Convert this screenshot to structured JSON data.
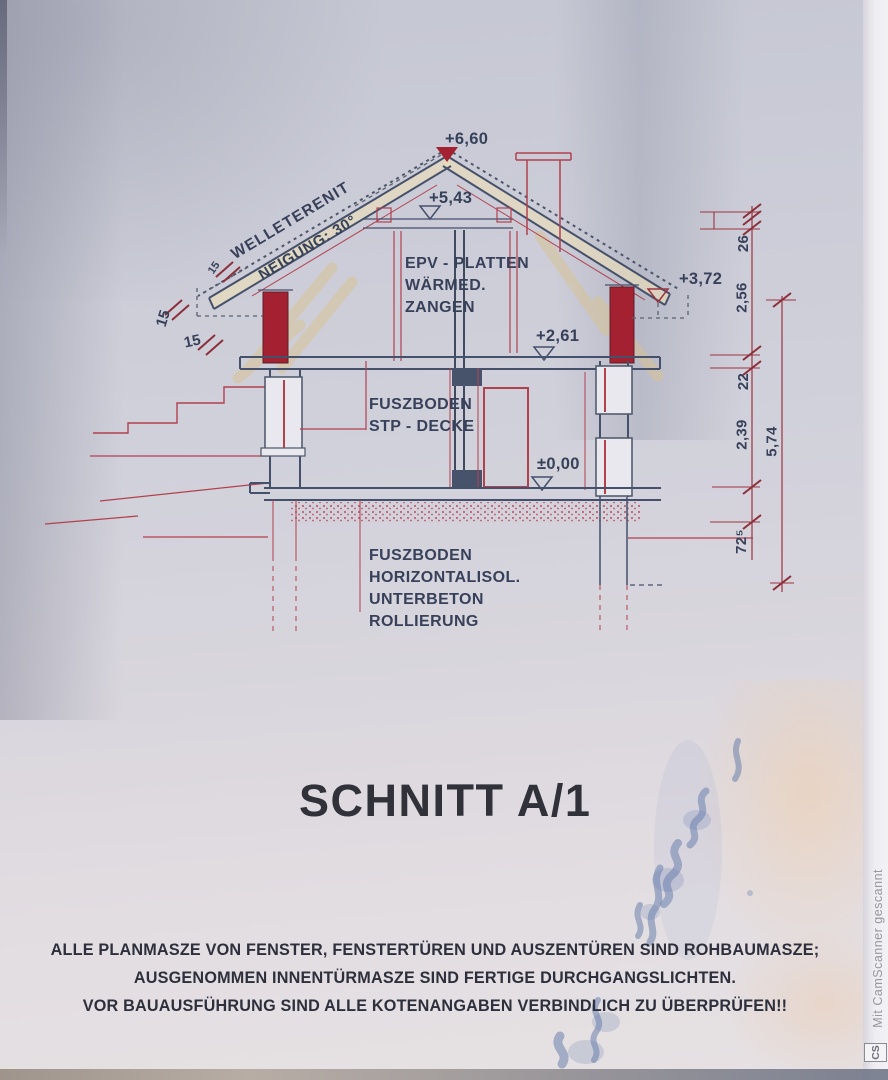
{
  "drawing": {
    "title": "SCHNITT A/1",
    "roof": {
      "material": "WELLETERENIT",
      "slope": "NEIGUNG: 30°"
    },
    "levels": {
      "ridge": "+6,60",
      "collar": "+5,43",
      "eave": "+3,72",
      "upper_floor": "+2,61",
      "ground_floor": "±0,00"
    },
    "attic_note": {
      "line1": "EPV - PLATTEN",
      "line2": "WÄRMED.",
      "line3": "ZANGEN"
    },
    "floor_note": {
      "line1": "FUSZBODEN",
      "line2": "STP - DECKE"
    },
    "foundation_note": {
      "line1": "FUSZBODEN",
      "line2": "HORIZONTALISOL.",
      "line3": "UNTERBETON",
      "line4": "ROLLIERUNG"
    },
    "dimensions": {
      "right_chain": [
        "26",
        "2,56",
        "22",
        "2,39",
        "72⁵"
      ],
      "right_total": "5,74",
      "left_rafter": "15",
      "left_upper": "15",
      "left_lower": "15"
    }
  },
  "notes": {
    "line1": "ALLE PLANMASZE VON FENSTER, FENSTERTÜREN UND AUSZENTÜREN SIND ROHBAUMASZE;",
    "line2": "AUSGENOMMEN INNENTÜRMASZE SIND FERTIGE DURCHGANGSLICHTEN.",
    "line3": "VOR BAUAUSFÜHRUNG SIND ALLE KOTENANGABEN VERBINDLICH ZU ÜBERPRÜFEN!!"
  },
  "watermark": {
    "logo": "CS",
    "text": "Mit CamScanner gescannt"
  },
  "colors": {
    "line_dark": "#45506b",
    "ink_red": "#ae3e4b",
    "wall_fill": "#a32130",
    "brace_tan": "#d9c390"
  }
}
